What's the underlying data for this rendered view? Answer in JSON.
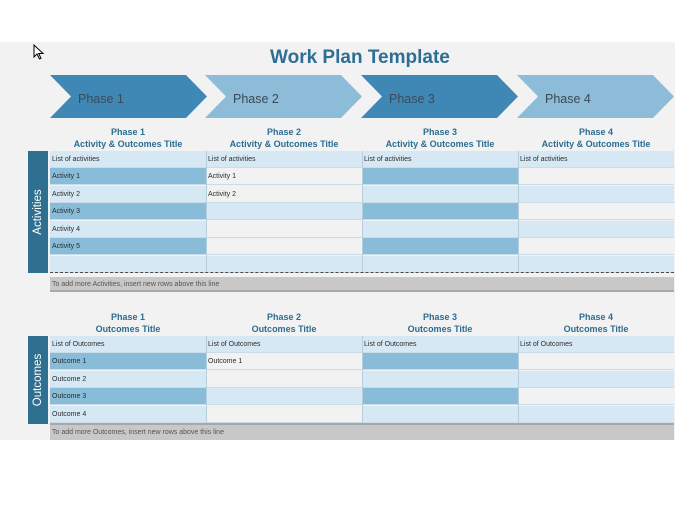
{
  "title": "Work Plan Template",
  "phases": [
    "Phase 1",
    "Phase 2",
    "Phase 3",
    "Phase 4"
  ],
  "activities": {
    "side_label": "Activities",
    "headers": [
      {
        "line1": "Phase 1",
        "line2": "Activity & Outcomes Title"
      },
      {
        "line1": "Phase 2",
        "line2": "Activity & Outcomes Title"
      },
      {
        "line1": "Phase 3",
        "line2": "Activity & Outcomes Title"
      },
      {
        "line1": "Phase 4",
        "line2": "Activity & Outcomes Title"
      }
    ],
    "columns": [
      [
        "List of activities",
        "Activity 1",
        "Activity 2",
        "Activity 3",
        "Activity 4",
        "Activity 5",
        ""
      ],
      [
        "List of activities",
        "Activity 1",
        "Activity 2",
        "",
        "",
        "",
        ""
      ],
      [
        "List of activities",
        "",
        "",
        "",
        "",
        "",
        ""
      ],
      [
        "List of activities",
        "",
        "",
        "",
        "",
        "",
        ""
      ]
    ],
    "footer": "To add more Activities, insert new rows above this line"
  },
  "outcomes": {
    "side_label": "Outcomes",
    "headers": [
      {
        "line1": "Phase 1",
        "line2": "Outcomes Title"
      },
      {
        "line1": "Phase 2",
        "line2": "Outcomes Title"
      },
      {
        "line1": "Phase 3",
        "line2": "Outcomes Title"
      },
      {
        "line1": "Phase 4",
        "line2": "Outcomes Title"
      }
    ],
    "columns": [
      [
        "List of Outcomes",
        "Outcome 1",
        "Outcome 2",
        "Outcome 3",
        "Outcome 4"
      ],
      [
        "List of Outcomes",
        "Outcome 1",
        "",
        "",
        ""
      ],
      [
        "List of Outcomes",
        "",
        "",
        "",
        ""
      ],
      [
        "List of Outcomes",
        "",
        "",
        "",
        ""
      ]
    ],
    "footer": "To add more Outcomes, insert new rows above this line"
  },
  "colors": {
    "title": "#2e6e94",
    "chevron_dark": "#3f88b5",
    "chevron_light": "#8cbcd8",
    "cell_light": "#d6e8f3",
    "cell_dark": "#89bcd8",
    "side_bar": "#2f6f8f"
  },
  "icons": {
    "cursor": "mouse-pointer-icon"
  }
}
